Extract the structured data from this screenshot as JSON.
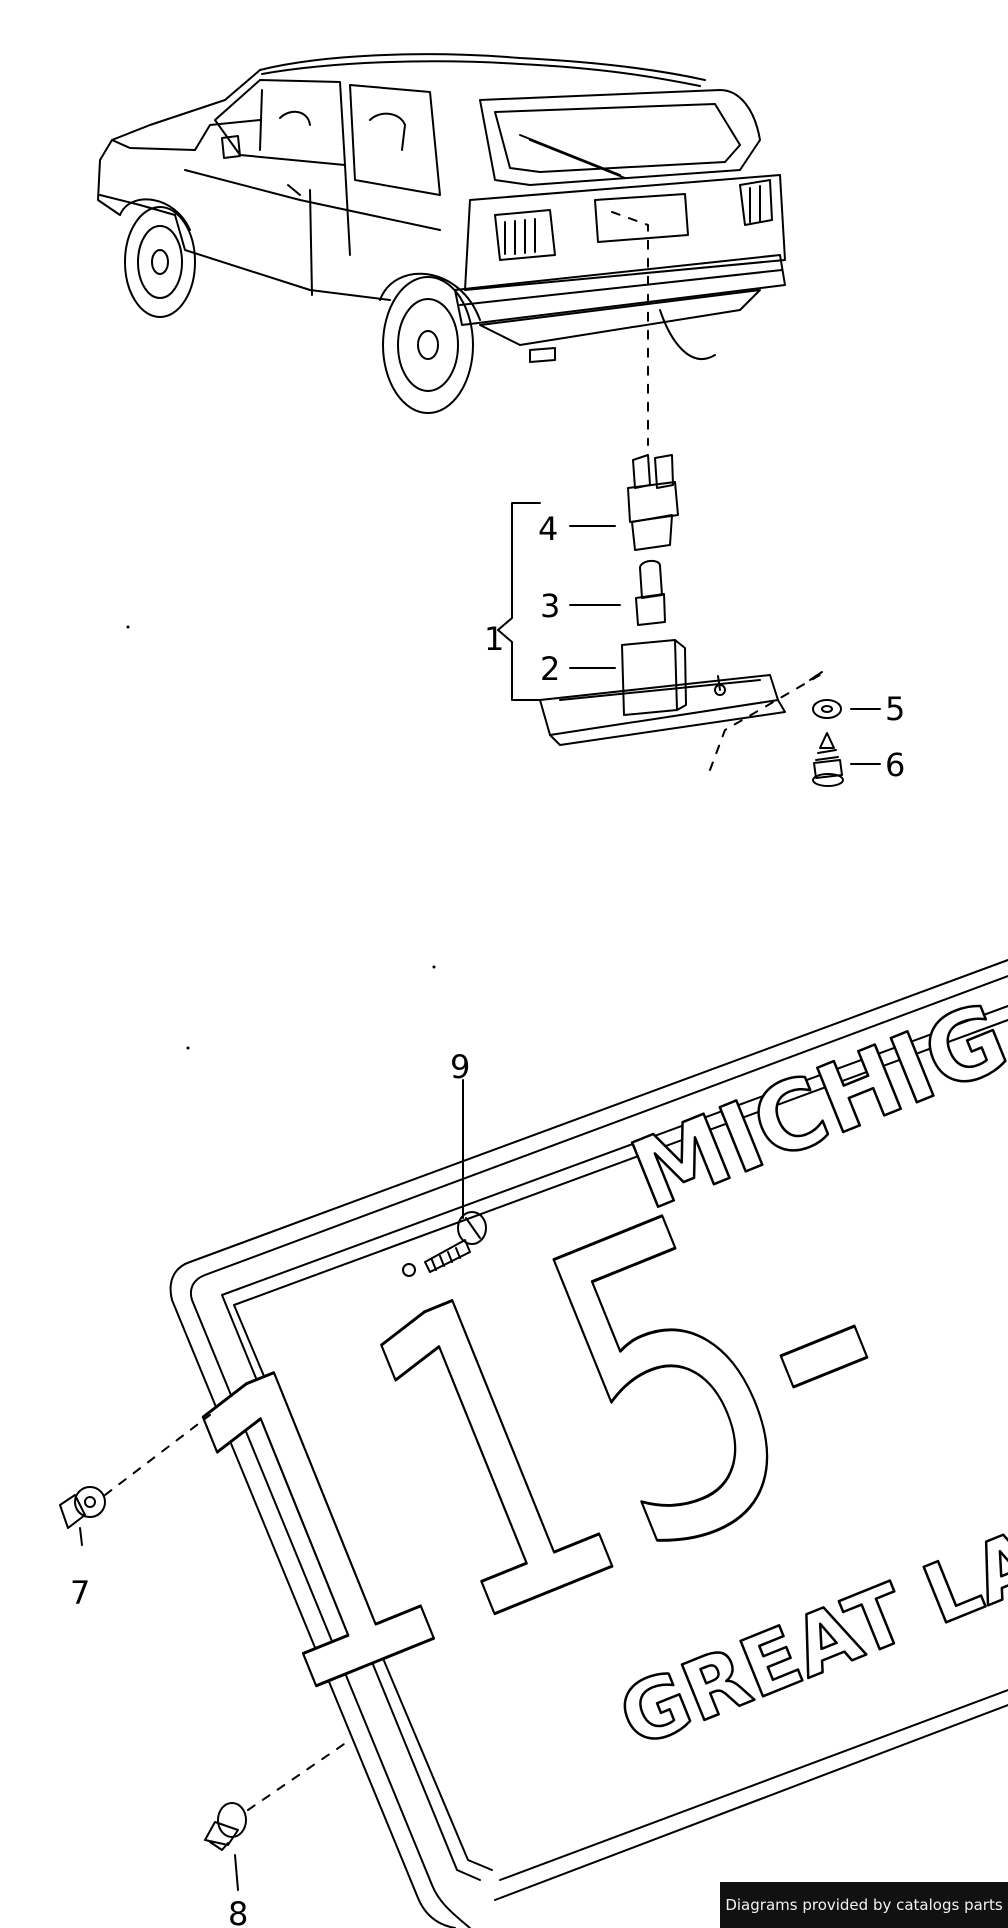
{
  "callouts": {
    "c1": "1",
    "c2": "2",
    "c3": "3",
    "c4": "4",
    "c5": "5",
    "c6": "6",
    "c7": "7",
    "c8": "8",
    "c9": "9"
  },
  "plate": {
    "state": "MICHIG",
    "number": "115-",
    "slogan": "GREAT LAKE"
  },
  "credit": "Diagrams provided by catalogs parts"
}
